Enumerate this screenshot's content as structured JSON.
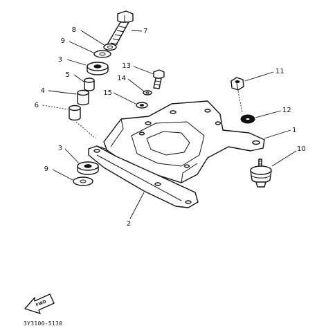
{
  "callouts": {
    "p1": "1",
    "p2": "2",
    "p3a": "3",
    "p3b": "3",
    "p4": "4",
    "p5": "5",
    "p6": "6",
    "p7": "7",
    "p8": "8",
    "p9a": "9",
    "p9b": "9",
    "p10": "10",
    "p11": "11",
    "p12": "12",
    "p13": "13",
    "p14": "14",
    "p15": "15"
  },
  "fwd_label": "FWD",
  "diagram_code": "3Y3100-5130"
}
